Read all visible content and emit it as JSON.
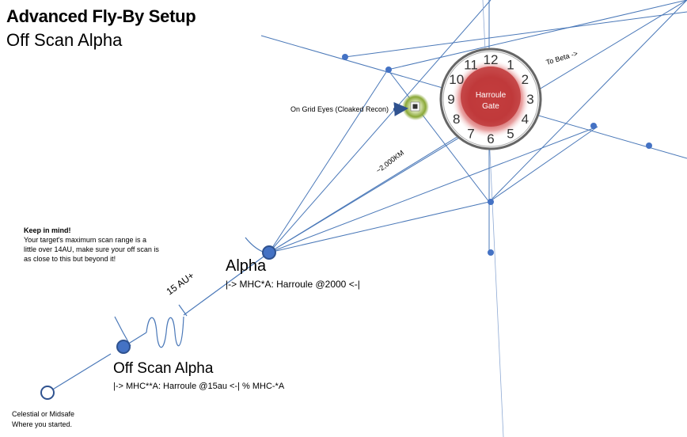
{
  "title": "Advanced Fly-By Setup",
  "subtitle": "Off Scan Alpha",
  "keep_in_mind": {
    "heading": "Keep in mind!",
    "lines": [
      "Your target's maximum scan range is a",
      "little over 14AU, make sure your off scan is",
      "as close to this but beyond it!"
    ]
  },
  "alpha": {
    "label": "Alpha",
    "command": "|-> MHC*A: Harroule @2000 <-|"
  },
  "off_scan_alpha": {
    "label": "Off Scan Alpha",
    "command": "|-> MHC**A: Harroule @15au <-| % MHC-*A"
  },
  "start": {
    "line1": "Celestial or Midsafe",
    "line2": "Where you started."
  },
  "distance_15au": "15 AU+",
  "distance_2000km": "~2,000KM",
  "to_beta": "To Beta ->",
  "on_grid_eyes": "On Grid Eyes (Cloaked Recon)",
  "gate": {
    "line1": "Harroule",
    "line2": "Gate"
  },
  "clock_numbers": [
    "12",
    "1",
    "2",
    "3",
    "4",
    "5",
    "6",
    "7",
    "8",
    "9",
    "10",
    "11"
  ],
  "colors": {
    "line": "#4a78b8",
    "node_fill": "#4472c4",
    "node_stroke": "#2f528f",
    "gate_red": "#c0393b",
    "recon_glow": "#8aa838"
  }
}
